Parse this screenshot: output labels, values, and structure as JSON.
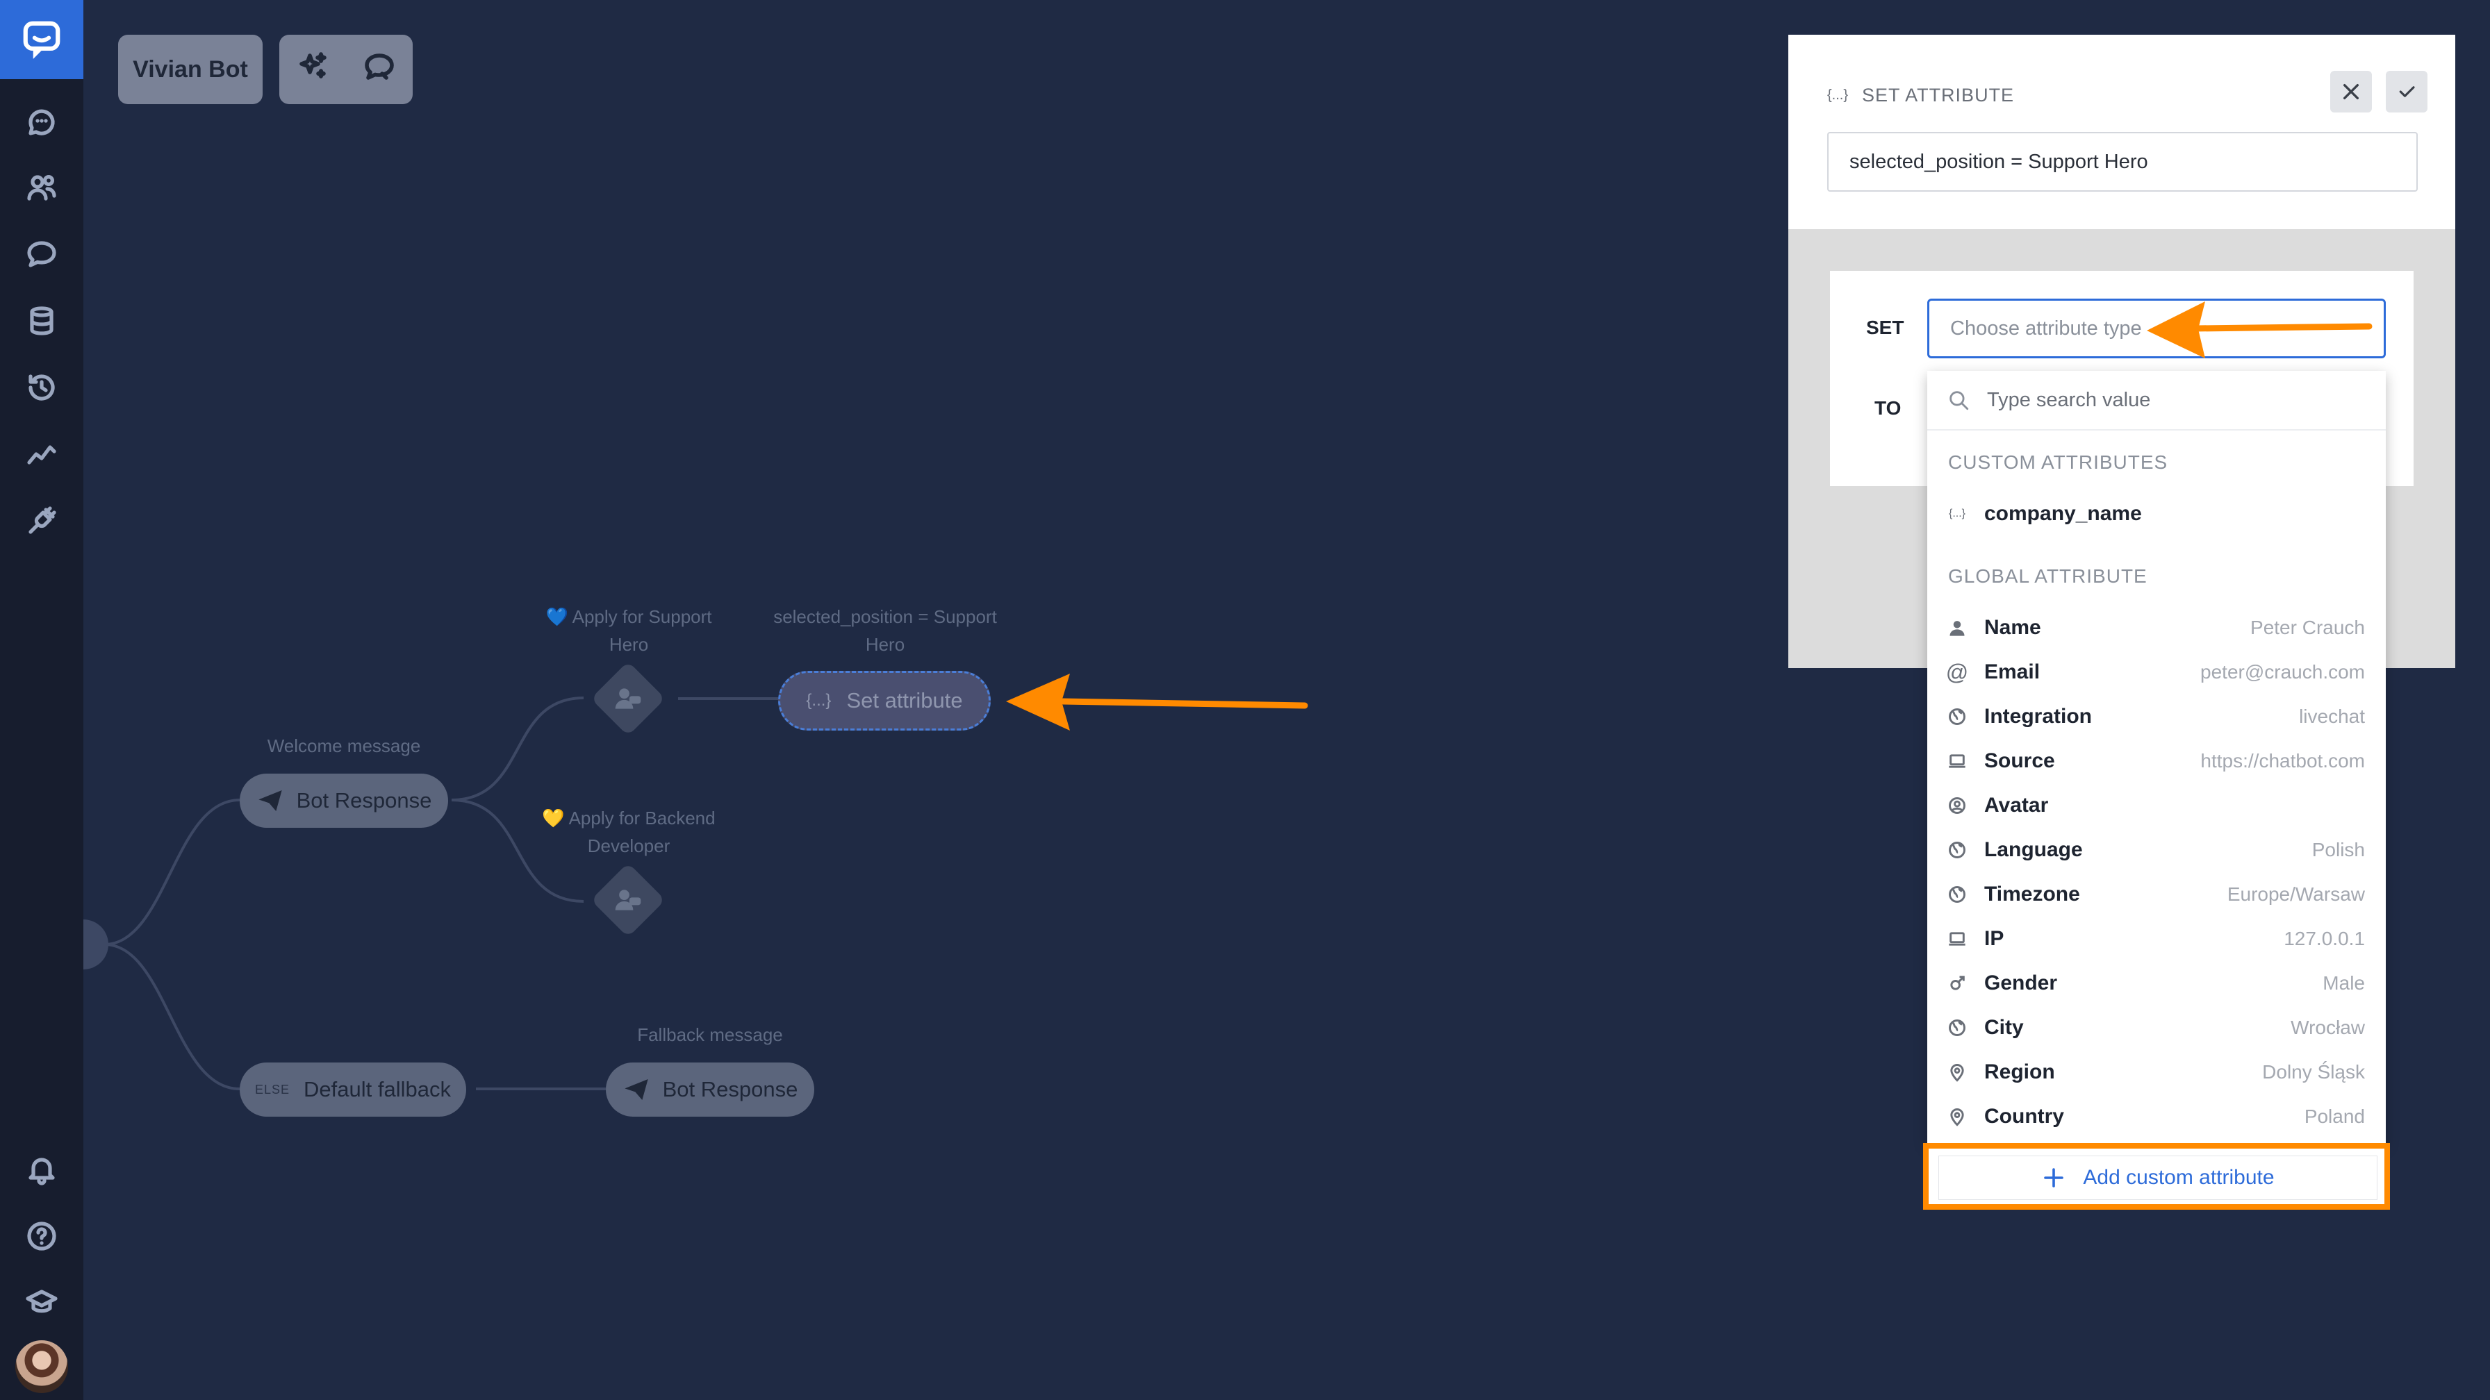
{
  "app": {
    "bot_name": "Vivian Bot",
    "colors": {
      "accent": "#2d6bd9",
      "highlight": "#ff8a00",
      "canvas_bg": "#1f2a44",
      "sidebar_bg": "#171d2e"
    }
  },
  "sidebar": {
    "items": [
      {
        "icon": "chats-icon"
      },
      {
        "icon": "users-icon"
      },
      {
        "icon": "stories-icon"
      },
      {
        "icon": "database-icon"
      },
      {
        "icon": "history-icon"
      },
      {
        "icon": "reports-icon"
      },
      {
        "icon": "integrations-icon"
      }
    ],
    "bottom": [
      {
        "icon": "bell-icon"
      },
      {
        "icon": "help-icon"
      },
      {
        "icon": "academy-icon"
      }
    ]
  },
  "canvas": {
    "welcome_label": "Welcome message",
    "bot_response_1": "Bot Response",
    "apply_support_label": "💙 Apply for Support Hero",
    "apply_backend_label": "💛 Apply for Backend Developer",
    "set_attr_caption": "selected_position = Support Hero",
    "set_attr_node": "Set attribute",
    "else_tag": "ELSE",
    "default_fallback": "Default fallback",
    "fallback_label": "Fallback message",
    "bot_response_2": "Bot Response"
  },
  "panel": {
    "header": "SET ATTRIBUTE",
    "summary": "selected_position = Support Hero",
    "set_label": "SET",
    "to_label": "TO",
    "type_placeholder": "Choose attribute type",
    "search_placeholder": "Type search value",
    "custom_section": "CUSTOM ATTRIBUTES",
    "custom_items": [
      {
        "name": "company_name"
      }
    ],
    "global_section": "GLOBAL ATTRIBUTE",
    "global_items": [
      {
        "name": "Name",
        "value": "Peter Crauch",
        "icon": "person-icon"
      },
      {
        "name": "Email",
        "value": "peter@crauch.com",
        "icon": "at-icon"
      },
      {
        "name": "Integration",
        "value": "livechat",
        "icon": "globe-icon"
      },
      {
        "name": "Source",
        "value": "https://chatbot.com",
        "icon": "laptop-icon"
      },
      {
        "name": "Avatar",
        "value": "",
        "icon": "avatar-icon"
      },
      {
        "name": "Language",
        "value": "Polish",
        "icon": "globe-icon"
      },
      {
        "name": "Timezone",
        "value": "Europe/Warsaw",
        "icon": "globe-icon"
      },
      {
        "name": "IP",
        "value": "127.0.0.1",
        "icon": "laptop-icon"
      },
      {
        "name": "Gender",
        "value": "Male",
        "icon": "gender-icon"
      },
      {
        "name": "City",
        "value": "Wrocław",
        "icon": "globe-icon"
      },
      {
        "name": "Region",
        "value": "Dolny Śląsk",
        "icon": "pin-icon"
      },
      {
        "name": "Country",
        "value": "Poland",
        "icon": "pin-icon"
      }
    ],
    "add_custom": "Add custom attribute"
  }
}
